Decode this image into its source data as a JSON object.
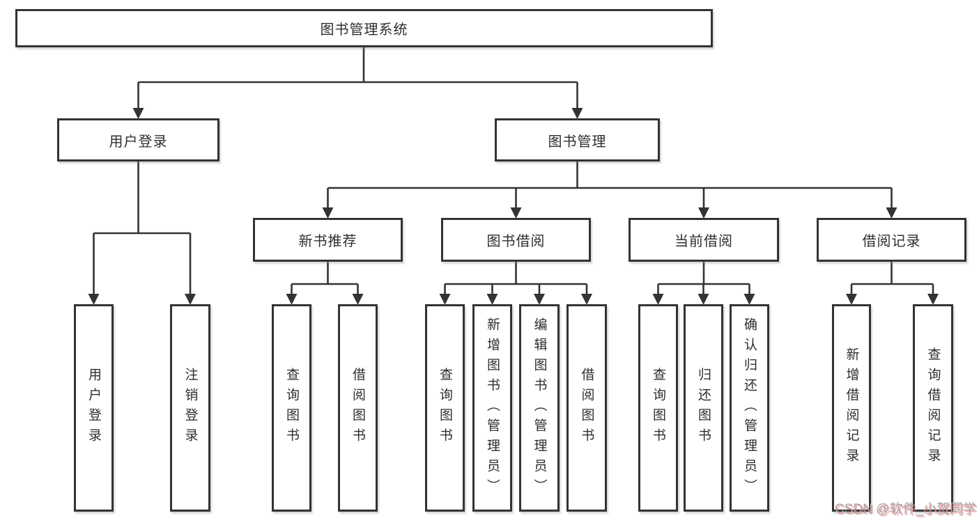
{
  "diagram": {
    "root": {
      "label": "图书管理系统"
    },
    "branches": [
      {
        "label": "用户登录",
        "leaves": [
          "用户登录",
          "注销登录"
        ]
      },
      {
        "label": "图书管理",
        "children": [
          {
            "label": "新书推荐",
            "leaves": [
              "查询图书",
              "借阅图书"
            ]
          },
          {
            "label": "图书借阅",
            "leaves": [
              "查询图书",
              "新增图书（管理员）",
              "编辑图书（管理员）",
              "借阅图书"
            ]
          },
          {
            "label": "当前借阅",
            "leaves": [
              "查询图书",
              "归还图书",
              "确认归还（管理员）"
            ]
          },
          {
            "label": "借阅记录",
            "leaves": [
              "新增借阅记录",
              "查询借阅记录"
            ]
          }
        ]
      }
    ]
  },
  "watermark": {
    "text": "CSDN @软件_小贺同学"
  },
  "colors": {
    "background": "#ffffff",
    "line": "#333333",
    "box_border": "#333333",
    "text": "#2e2e2e",
    "watermark_text": "#a3a3a3",
    "watermark_shadow": "#f45a64"
  }
}
